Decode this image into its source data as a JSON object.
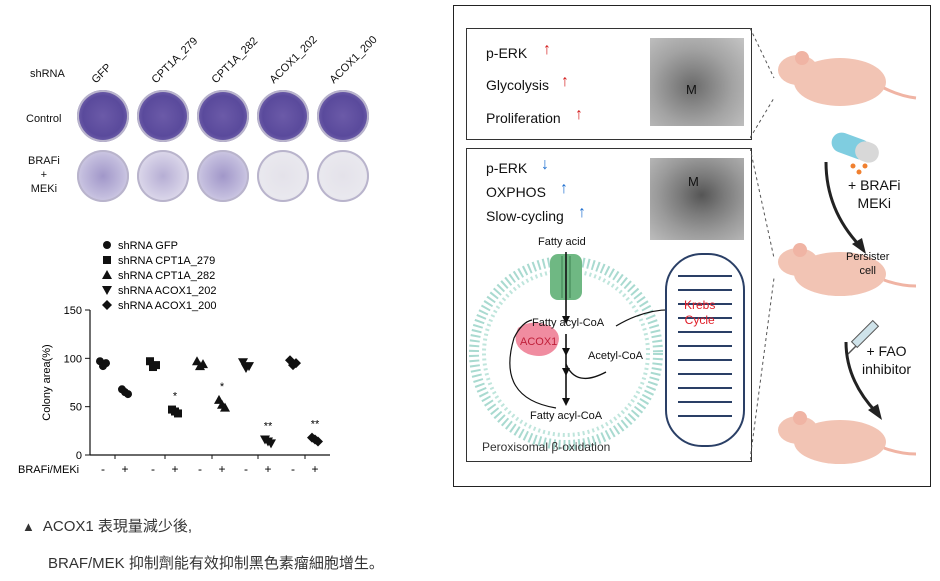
{
  "figure": {
    "row_header": "shRNA",
    "columns": [
      "GFP",
      "CPT1A_279",
      "CPT1A_282",
      "ACOX1_202",
      "ACOX1_200"
    ],
    "rows": [
      "Control",
      "BRAFi\n+\nMEKi"
    ]
  },
  "chart_data": {
    "type": "scatter",
    "ylabel": "Colony area(%)",
    "ylim": [
      0,
      150
    ],
    "yticks": [
      0,
      50,
      100,
      150
    ],
    "xlabel": "BRAFi/MEKi",
    "treatment_labels": [
      "-",
      "+",
      "-",
      "+",
      "-",
      "+",
      "-",
      "+",
      "-",
      "+"
    ],
    "legend": [
      "shRNA GFP",
      "shRNA CPT1A_279",
      "shRNA CPT1A_282",
      "shRNA ACOX1_202",
      "shRNA ACOX1_200"
    ],
    "series": [
      {
        "name": "shRNA GFP",
        "marker": "circle",
        "untreated": [
          97,
          95,
          92
        ],
        "treated": [
          68,
          63,
          65
        ],
        "sig": ""
      },
      {
        "name": "shRNA CPT1A_279",
        "marker": "square",
        "untreated": [
          97,
          93,
          91
        ],
        "treated": [
          47,
          43,
          45
        ],
        "sig": "*"
      },
      {
        "name": "shRNA CPT1A_282",
        "marker": "triangle-up",
        "untreated": [
          97,
          94,
          92
        ],
        "treated": [
          57,
          49,
          52
        ],
        "sig": "*"
      },
      {
        "name": "shRNA ACOX1_202",
        "marker": "triangle-down",
        "untreated": [
          96,
          92,
          90
        ],
        "treated": [
          16,
          12,
          14
        ],
        "sig": "**"
      },
      {
        "name": "shRNA ACOX1_200",
        "marker": "diamond",
        "untreated": [
          98,
          95,
          93
        ],
        "treated": [
          18,
          14,
          16
        ],
        "sig": "**"
      }
    ]
  },
  "diagram": {
    "top_items": [
      "p-ERK",
      "Glycolysis",
      "Proliferation"
    ],
    "bottom_items": [
      "p-ERK",
      "OXPHOS",
      "Slow-cycling"
    ],
    "em_label": "M",
    "fatty_acid": "Fatty acid",
    "fatty_acyl_coa_1": "Fatty acyl-CoA",
    "fatty_acyl_coa_2": "Fatty acyl-CoA",
    "acox1": "ACOX1",
    "acetyl_coa": "Acetyl-CoA",
    "krebs": "Krebs\nCycle",
    "peroxisome": "Peroxisomal β-oxidation",
    "step1": "+ BRAFi\nMEKi",
    "persister": "Persister\ncell",
    "step2": "+ FAO\ninhibitor"
  },
  "caption": {
    "bullet": "▲",
    "line1": "ACOX1 表現量減少後,",
    "line2": "BRAF/MEK 抑制劑能有效抑制黑色素瘤細胞增生。"
  },
  "colors": {
    "up_arrow": "#d42020",
    "down_arrow": "#1e6fd0",
    "membrane": "#a9dad0",
    "channel": "#6fb883",
    "acox1_fill": "#f08ca0",
    "krebs": "#e0202a"
  }
}
